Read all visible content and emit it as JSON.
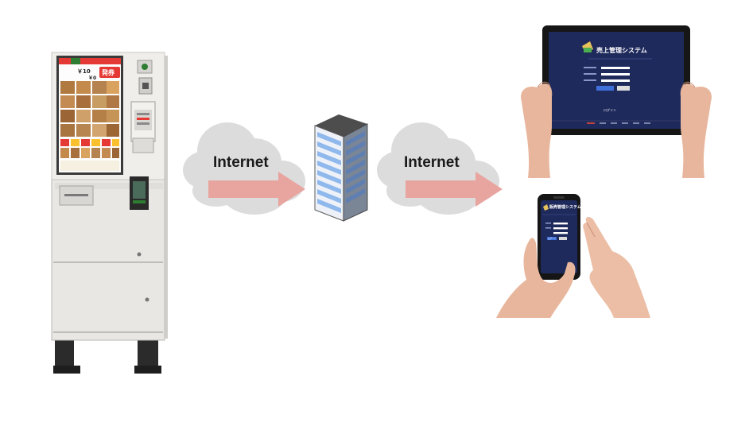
{
  "diagram": {
    "link_1": {
      "label": "Internet"
    },
    "link_2": {
      "label": "Internet"
    }
  },
  "vending_machine": {
    "price_1": "￥10",
    "price_2": "￥0",
    "issue_button": "発券"
  },
  "tablet": {
    "app_title": "売上管理システム",
    "login_button": "ログイン"
  },
  "phone": {
    "app_title": "販売管理システム",
    "login_button": "ログイン"
  },
  "colors": {
    "arrow": "#e8a5a0",
    "cloud": "#dcdcdc",
    "app_bg": "#1f2a5c",
    "building_glass": "#8fb8ec"
  }
}
